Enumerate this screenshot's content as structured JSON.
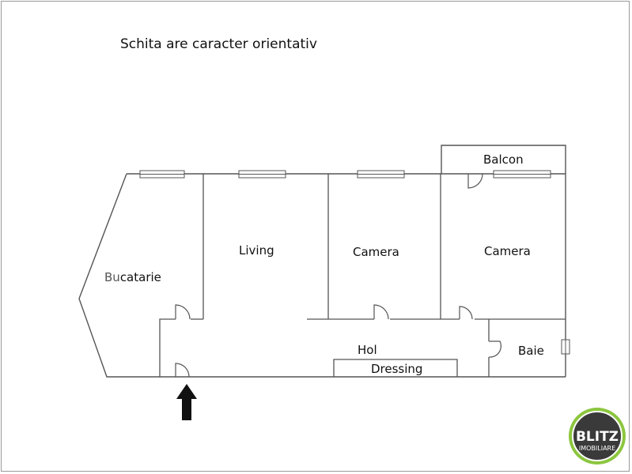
{
  "note": "Schita are caracter orientativ",
  "rooms": {
    "balcon": "Balcon",
    "living": "Living",
    "camera_1": "Camera",
    "camera_2": "Camera",
    "bucatarie_prefix": "Bu",
    "bucatarie_suffix": "catarie",
    "hol": "Hol",
    "dressing": "Dressing",
    "baie": "Baie"
  },
  "logo": {
    "name": "BLITZ",
    "tagline": "IMOBILIARE"
  },
  "colors": {
    "wall": "#555555",
    "logo_ring": "#8cc63f",
    "logo_body": "#3a3a3a"
  }
}
